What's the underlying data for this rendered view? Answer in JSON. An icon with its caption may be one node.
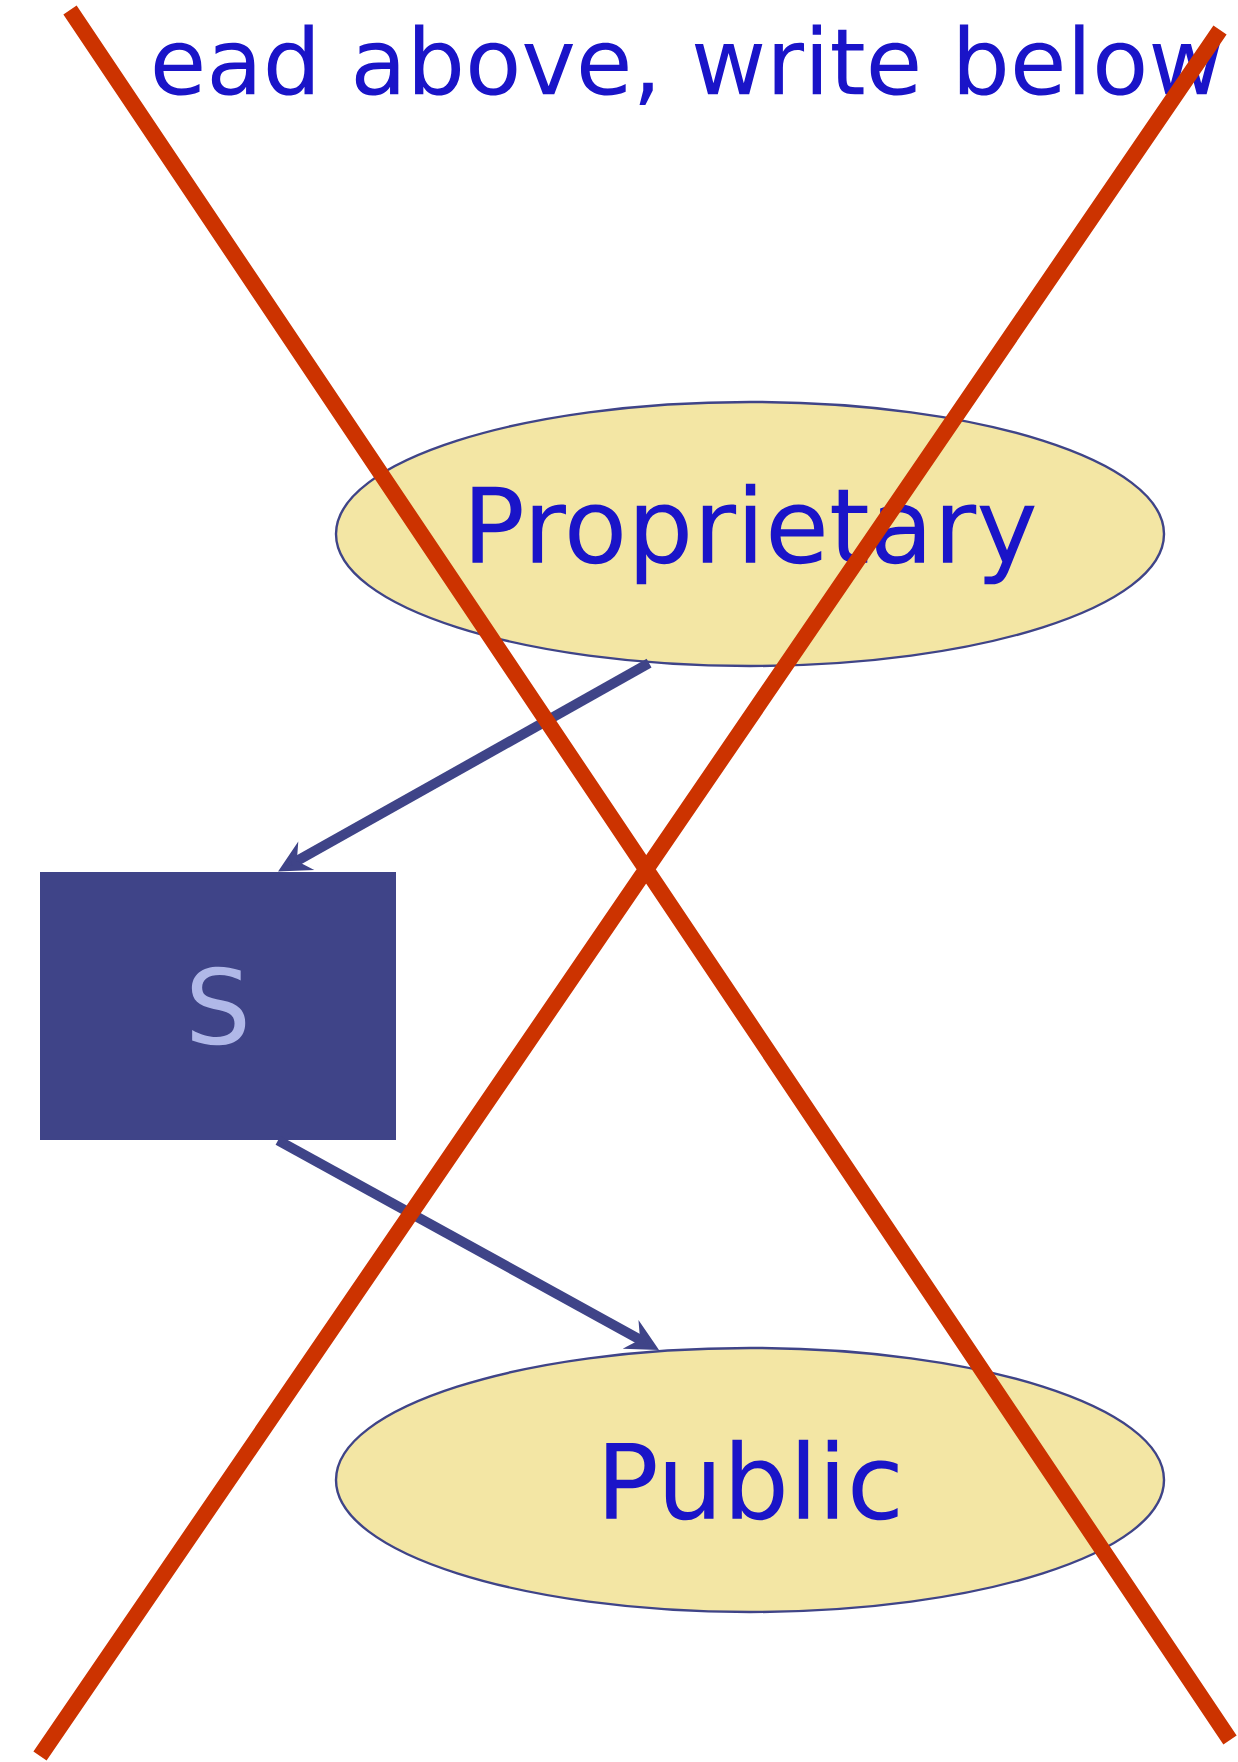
{
  "diagram": {
    "title": "ead above, write below",
    "nodes": [
      {
        "text": [
          "Proprietary"
        ]
      },
      {
        "text": [
          "S"
        ]
      },
      {
        "text": [
          "Public"
        ]
      }
    ],
    "edges": [
      {
        "from": 0,
        "to": 1,
        "arrow": "to"
      },
      {
        "from": 1,
        "to": 2,
        "arrow": "to"
      }
    ]
  }
}
